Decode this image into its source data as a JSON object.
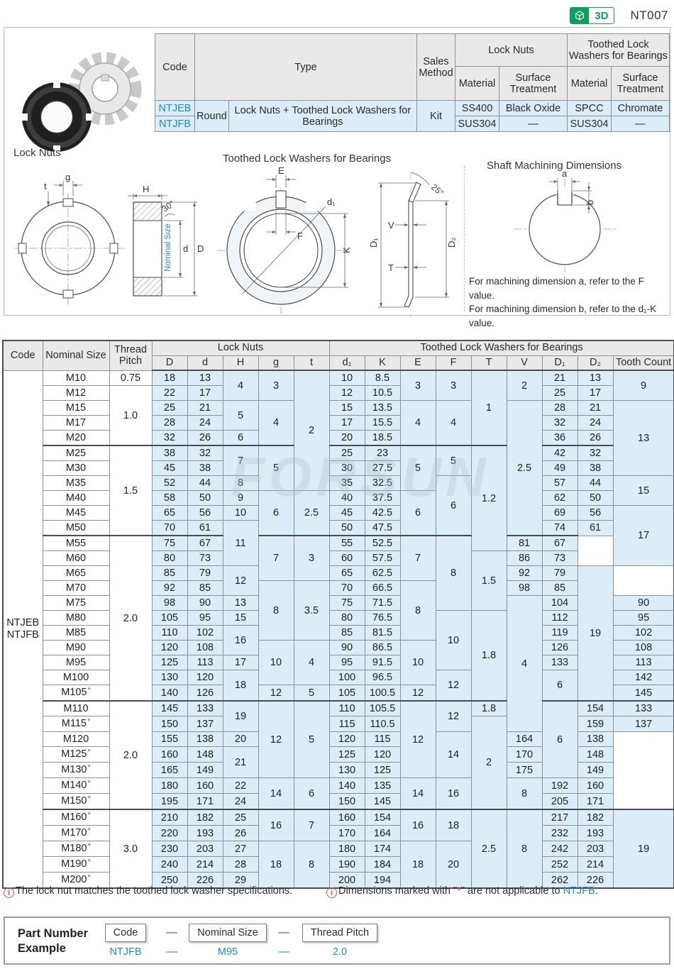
{
  "page": {
    "part_code": "NT007",
    "badge_3d": "3D",
    "watermark": "FORSUN"
  },
  "spec_table": {
    "headers": {
      "code": "Code",
      "type": "Type",
      "sales_method": "Sales Method",
      "lock_nuts": "Lock Nuts",
      "washers": "Toothed Lock Washers for Bearings",
      "material": "Material",
      "surface_treatment": "Surface Treatment"
    },
    "shape": "Round",
    "type_desc": "Lock Nuts + Toothed Lock Washers for Bearings",
    "sales_method": "Kit",
    "rows": [
      {
        "code": "NTJEB",
        "material": "SS400",
        "surface": "Black Oxide",
        "w_material": "SPCC",
        "w_surface": "Chromate"
      },
      {
        "code": "NTJFB",
        "material": "SUS304",
        "surface": "—",
        "w_material": "SUS304",
        "w_surface": "—"
      }
    ]
  },
  "drawings": {
    "lock_nuts_label": "Lock Nuts",
    "washers_label": "Toothed Lock Washers for Bearings",
    "shaft_label": "Shaft Machining Dimensions",
    "dim": {
      "g": "g",
      "t": "t",
      "H": "H",
      "angle30": "30°",
      "nominal_size": "Nominal Size",
      "d": "d",
      "D": "D",
      "E": "E",
      "F": "F",
      "d1": "d₁",
      "K": "K",
      "angle25": "25°",
      "V": "V",
      "T": "T",
      "D1": "D₁",
      "D2": "D₂",
      "a": "a",
      "b": "b"
    },
    "shaft_note1": "For machining dimension a, refer to the F value.",
    "shaft_note2": "For machining dimension b, refer to the d₁-K value."
  },
  "main_table": {
    "col_headers": {
      "code": "Code",
      "nominal": "Nominal Size",
      "pitch": "Thread Pitch",
      "D": "D",
      "d": "d",
      "H": "H",
      "g": "g",
      "t": "t",
      "d1": "d₁",
      "K": "K",
      "E": "E",
      "F": "F",
      "T": "T",
      "V": "V",
      "D1": "D₁",
      "D2": "D₂",
      "tooth": "Tooth Count"
    },
    "group_headers": {
      "lock_nuts": "Lock Nuts",
      "washers": "Toothed Lock Washers for Bearings"
    },
    "code_cell": [
      "NTJEB",
      "NTJFB"
    ],
    "star_suffix": "*",
    "rows": [
      {
        "size": "M10",
        "pitch": [
          "0.75",
          1
        ],
        "D": 18,
        "d": 13,
        "H": [
          4,
          2
        ],
        "g": [
          3,
          2
        ],
        "t": [
          2,
          8
        ],
        "d1": 10,
        "K": 8.5,
        "E": [
          3,
          2
        ],
        "F": [
          3,
          2
        ],
        "T": [
          1,
          5
        ],
        "V": [
          2,
          2
        ],
        "D1": 21,
        "D2": 13,
        "tooth": [
          9,
          2
        ]
      },
      {
        "size": "M12",
        "pitch": [
          "1.0",
          4
        ],
        "D": 22,
        "d": 17,
        "d1": 12,
        "K": 10.5,
        "D1": 25,
        "D2": 17
      },
      {
        "size": "M15",
        "D": 25,
        "d": 21,
        "H": [
          5,
          2
        ],
        "g": [
          4,
          3
        ],
        "d1": 15,
        "K": 13.5,
        "E": [
          4,
          3
        ],
        "F": [
          4,
          3
        ],
        "V": [
          2.5,
          9
        ],
        "D1": 28,
        "D2": 21,
        "tooth": [
          13,
          5
        ]
      },
      {
        "size": "M17",
        "D": 28,
        "d": 24,
        "d1": 17,
        "K": 15.5,
        "D1": 32,
        "D2": 24
      },
      {
        "size": "M20",
        "D": 32,
        "d": 26,
        "H": [
          6,
          1
        ],
        "d1": 20,
        "K": 18.5,
        "D1": 36,
        "D2": 26
      },
      {
        "size": "M25",
        "pitch": [
          "1.5",
          6
        ],
        "D": 38,
        "d": 32,
        "H": [
          7,
          2
        ],
        "g": [
          5,
          3
        ],
        "d1": 25,
        "K": 23,
        "E": [
          5,
          3
        ],
        "F": [
          5,
          2
        ],
        "T": [
          1.2,
          7
        ],
        "D1": 42,
        "D2": 32
      },
      {
        "size": "M30",
        "D": 45,
        "d": 38,
        "d1": 30,
        "K": 27.5,
        "D1": 49,
        "D2": 38
      },
      {
        "size": "M35",
        "D": 52,
        "d": 44,
        "H": [
          8,
          1
        ],
        "d1": 35,
        "K": 32.5,
        "F": [
          6,
          4
        ],
        "D1": 57,
        "D2": 44,
        "tooth": [
          15,
          2
        ]
      },
      {
        "size": "M40",
        "D": 58,
        "d": 50,
        "H": [
          9,
          1
        ],
        "g": [
          6,
          3
        ],
        "t": [
          2.5,
          3
        ],
        "d1": 40,
        "K": 37.5,
        "E": [
          6,
          3
        ],
        "D1": 62,
        "D2": 50
      },
      {
        "size": "M45",
        "D": 65,
        "d": 56,
        "H": [
          10,
          1
        ],
        "d1": 45,
        "K": 42.5,
        "D1": 69,
        "D2": 56,
        "tooth": [
          17,
          4
        ]
      },
      {
        "size": "M50",
        "D": 70,
        "d": 61,
        "H": [
          11,
          3
        ],
        "d1": 50,
        "K": 47.5,
        "D1": 74,
        "D2": 61
      },
      {
        "size": "M55",
        "pitch": [
          "2.0",
          11
        ],
        "D": 75,
        "d": 67,
        "g": [
          7,
          3
        ],
        "t": [
          3,
          3
        ],
        "d1": 55,
        "K": 52.5,
        "E": [
          7,
          3
        ],
        "F": [
          8,
          5
        ],
        "D1": 81,
        "D2": 67
      },
      {
        "size": "M60",
        "D": 80,
        "d": 73,
        "d1": 60,
        "K": 57.5,
        "T": [
          1.5,
          4
        ],
        "D1": 86,
        "D2": 73
      },
      {
        "size": "M65",
        "D": 85,
        "d": 79,
        "H": [
          12,
          2
        ],
        "d1": 65,
        "K": 62.5,
        "D1": 92,
        "D2": 79,
        "tooth": [
          19,
          9
        ]
      },
      {
        "size": "M70",
        "D": 92,
        "d": 85,
        "g": [
          8,
          4
        ],
        "t": [
          3.5,
          4
        ],
        "d1": 70,
        "K": 66.5,
        "E": [
          8,
          4
        ],
        "D1": 98,
        "D2": 85
      },
      {
        "size": "M75",
        "D": 98,
        "d": 90,
        "H": [
          13,
          1
        ],
        "d1": 75,
        "K": 71.5,
        "V": [
          4,
          9
        ],
        "D1": 104,
        "D2": 90
      },
      {
        "size": "M80",
        "D": 105,
        "d": 95,
        "H": [
          15,
          1
        ],
        "d1": 80,
        "K": 76.5,
        "F": [
          10,
          4
        ],
        "T": [
          1.8,
          6
        ],
        "D1": 112,
        "D2": 95
      },
      {
        "size": "M85",
        "D": 110,
        "d": 102,
        "H": [
          16,
          2
        ],
        "d1": 85,
        "K": 81.5,
        "D1": 119,
        "D2": 102
      },
      {
        "size": "M90",
        "D": 120,
        "d": 108,
        "g": [
          10,
          3
        ],
        "t": [
          4,
          3
        ],
        "d1": 90,
        "K": 86.5,
        "E": [
          10,
          3
        ],
        "D1": 126,
        "D2": 108
      },
      {
        "size": "M95",
        "D": 125,
        "d": 113,
        "H": [
          17,
          1
        ],
        "d1": 95,
        "K": 91.5,
        "D1": 133,
        "D2": 113
      },
      {
        "size": "M100",
        "D": 130,
        "d": 120,
        "H": [
          18,
          2
        ],
        "d1": 100,
        "K": 96.5,
        "F": [
          12,
          2
        ],
        "V": [
          6,
          2
        ],
        "D1": 142,
        "D2": 120
      },
      {
        "size": "M105",
        "star": true,
        "D": 140,
        "d": 126,
        "g": [
          12,
          1
        ],
        "t": [
          5,
          1
        ],
        "d1": 105,
        "K": 100.5,
        "E": [
          12,
          1
        ],
        "D1": 145,
        "D2": 126
      },
      {
        "size": "M110",
        "pitch": [
          "2.0",
          7
        ],
        "D": 145,
        "d": 133,
        "H": [
          19,
          2
        ],
        "g": [
          12,
          5
        ],
        "t": [
          5,
          5
        ],
        "d1": 110,
        "K": 105.5,
        "E": [
          12,
          5
        ],
        "F": [
          12,
          2
        ],
        "T": [
          1.8,
          1
        ],
        "V": [
          6,
          5
        ],
        "D1": 154,
        "D2": 133,
        "tooth": [
          19,
          7
        ]
      },
      {
        "size": "M115",
        "star": true,
        "D": 150,
        "d": 137,
        "d1": 115,
        "K": 110.5,
        "T": [
          2,
          6
        ],
        "D1": 159,
        "D2": 137
      },
      {
        "size": "M120",
        "D": 155,
        "d": 138,
        "H": [
          20,
          1
        ],
        "d1": 120,
        "K": 115,
        "F": [
          14,
          3
        ],
        "D1": 164,
        "D2": 138
      },
      {
        "size": "M125",
        "star": true,
        "D": 160,
        "d": 148,
        "H": [
          21,
          2
        ],
        "d1": 125,
        "K": 120,
        "D1": 170,
        "D2": 148
      },
      {
        "size": "M130",
        "star": true,
        "D": 165,
        "d": 149,
        "d1": 130,
        "K": 125,
        "D1": 175,
        "D2": 149
      },
      {
        "size": "M140",
        "star": true,
        "D": 180,
        "d": 160,
        "H": [
          22,
          1
        ],
        "g": [
          14,
          2
        ],
        "t": [
          6,
          2
        ],
        "d1": 140,
        "K": 135,
        "E": [
          14,
          2
        ],
        "F": [
          16,
          2
        ],
        "V": [
          8,
          2
        ],
        "D1": 192,
        "D2": 160
      },
      {
        "size": "M150",
        "star": true,
        "D": 195,
        "d": 171,
        "H": [
          24,
          1
        ],
        "d1": 150,
        "K": 145,
        "D1": 205,
        "D2": 171
      },
      {
        "size": "M160",
        "star": true,
        "pitch": [
          "3.0",
          5
        ],
        "D": 210,
        "d": 182,
        "H": [
          25,
          1
        ],
        "g": [
          16,
          2
        ],
        "t": [
          7,
          2
        ],
        "d1": 160,
        "K": 154,
        "E": [
          16,
          2
        ],
        "F": [
          18,
          2
        ],
        "T": [
          2.5,
          5
        ],
        "V": [
          8,
          5
        ],
        "D1": 217,
        "D2": 182,
        "tooth": [
          19,
          5
        ]
      },
      {
        "size": "M170",
        "star": true,
        "D": 220,
        "d": 193,
        "H": [
          26,
          1
        ],
        "d1": 170,
        "K": 164,
        "D1": 232,
        "D2": 193
      },
      {
        "size": "M180",
        "star": true,
        "D": 230,
        "d": 203,
        "H": [
          27,
          1
        ],
        "g": [
          18,
          3
        ],
        "t": [
          8,
          3
        ],
        "d1": 180,
        "K": 174,
        "E": [
          18,
          3
        ],
        "F": [
          20,
          3
        ],
        "D1": 242,
        "D2": 203
      },
      {
        "size": "M190",
        "star": true,
        "D": 240,
        "d": 214,
        "H": [
          28,
          1
        ],
        "d1": 190,
        "K": 184,
        "D1": 252,
        "D2": 214
      },
      {
        "size": "M200",
        "star": true,
        "D": 250,
        "d": 226,
        "H": [
          29,
          1
        ],
        "d1": 200,
        "K": 194,
        "D1": 262,
        "D2": 226
      }
    ]
  },
  "notes": {
    "note1": "The lock nut matches the toothed lock washer specifications.",
    "note2_prefix": "Dimensions marked with \"",
    "note2_star": "*",
    "note2_mid": "\" are not applicable to ",
    "note2_code": "NTJFB",
    "note2_suffix": "."
  },
  "part_example": {
    "title_line1": "Part Number",
    "title_line2": "Example",
    "dash": "—",
    "fields": [
      {
        "label": "Code",
        "value": "NTJFB"
      },
      {
        "label": "Nominal Size",
        "value": "M95"
      },
      {
        "label": "Thread Pitch",
        "value": "2.0"
      }
    ]
  },
  "colors": {
    "accent_blue": "#1b8cc8",
    "cell_blue": "#daedf8",
    "header_gray": "#e9e9e9",
    "badge_green": "#0ca05f",
    "note_red": "#e04b3c"
  }
}
